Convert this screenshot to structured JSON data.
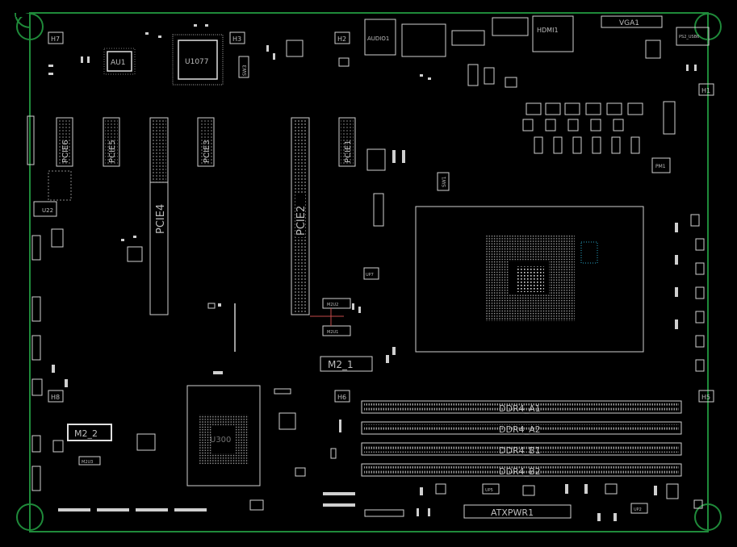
{
  "board": {
    "edge_color": "#1f8a3a",
    "silkscreen_color": "#d0d0d0",
    "accent_color": "#2aa7c9",
    "trace_color": "#c44a4a"
  },
  "labels": {
    "h7": "H7",
    "h3": "H3",
    "h2": "H2",
    "h1": "H1",
    "h6": "H6",
    "h8": "H8",
    "h5": "H5",
    "au1": "AU1",
    "u1077": "U1077",
    "sw3": "SW3",
    "audio1": "AUDIO1",
    "hdmi1": "HDMI1",
    "vga1": "VGA1",
    "ps2_usb6": "PS2_USB6",
    "pcie6": "PCIE6",
    "pcie5": "PCIE5",
    "pcie4": "PCIE4",
    "pcie3": "PCIE3",
    "pcie2": "PCIE2",
    "pcie1": "PCIE1",
    "u22": "U22",
    "up7": "UP7",
    "pm1": "PM1",
    "sw1": "SW1",
    "m2_1": "M2_1",
    "m2_2": "M2_2",
    "m2u2": "M2U2",
    "m2u1": "M2U1",
    "m2u3": "M2U3",
    "ddr4_a1": "DDR4_A1",
    "ddr4_a2": "DDR4_A2",
    "ddr4_b1": "DDR4_B1",
    "ddr4_b2": "DDR4_B2",
    "atxpwr1": "ATXPWR1",
    "up5": "UP5",
    "up2": "UP2",
    "u300": "U300"
  }
}
